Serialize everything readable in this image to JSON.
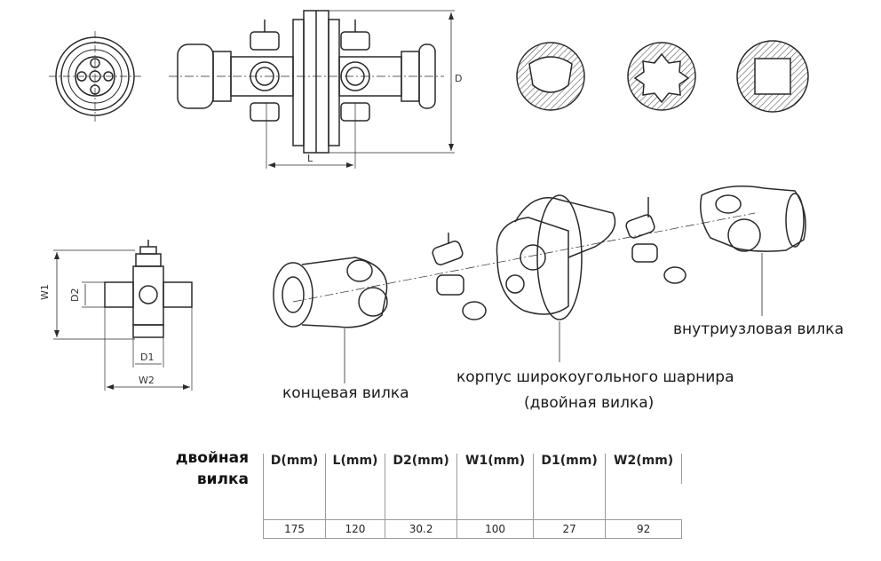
{
  "drawing_dims": {
    "d": "D",
    "l": "L",
    "w1": "W1",
    "d2": "D2",
    "d1": "D1",
    "w2": "W2"
  },
  "labels": {
    "end_yoke": "концевая вилка",
    "housing_line1": "корпус широкоугольного шарнира",
    "housing_line2": "(двойная вилка)",
    "inner_yoke": "внутриузловая вилка"
  },
  "table": {
    "title_line1": "двойная",
    "title_line2": "вилка",
    "headers": [
      "D(mm)",
      "L(mm)",
      "D2(mm)",
      "W1(mm)",
      "D1(mm)",
      "W2(mm)"
    ],
    "values": [
      "175",
      "120",
      "30.2",
      "100",
      "27",
      "92"
    ]
  },
  "colors": {
    "line": "#2a2a2a",
    "hatch": "#555555"
  }
}
